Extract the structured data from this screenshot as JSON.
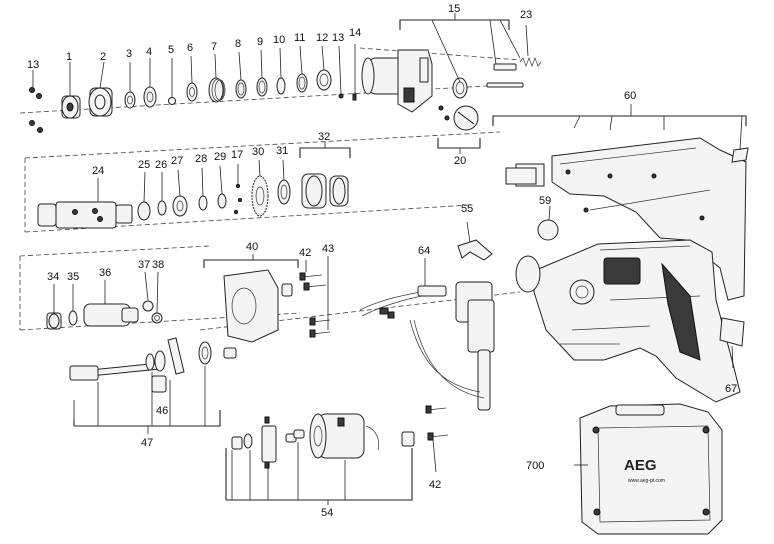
{
  "part_numbers": {
    "p1": "1",
    "p2": "2",
    "p3": "3",
    "p4": "4",
    "p5": "5",
    "p6": "6",
    "p7": "7",
    "p8": "8",
    "p9": "9",
    "p10": "10",
    "p11": "11",
    "p12": "12",
    "p13a": "13",
    "p13b": "13",
    "p14": "14",
    "p15": "15",
    "p17": "17",
    "p20": "20",
    "p23": "23",
    "p24": "24",
    "p25": "25",
    "p26": "26",
    "p27": "27",
    "p28": "28",
    "p29": "29",
    "p30": "30",
    "p31": "31",
    "p32": "32",
    "p34": "34",
    "p35": "35",
    "p36": "36",
    "p37": "37",
    "p38": "38",
    "p40": "40",
    "p42a": "42",
    "p42b": "42",
    "p43": "43",
    "p46": "46",
    "p47": "47",
    "p54": "54",
    "p55": "55",
    "p59": "59",
    "p60": "60",
    "p64": "64",
    "p67": "67",
    "p700": "700"
  },
  "case": {
    "brand": "AEG",
    "url": "www.aeg-pt.com"
  }
}
